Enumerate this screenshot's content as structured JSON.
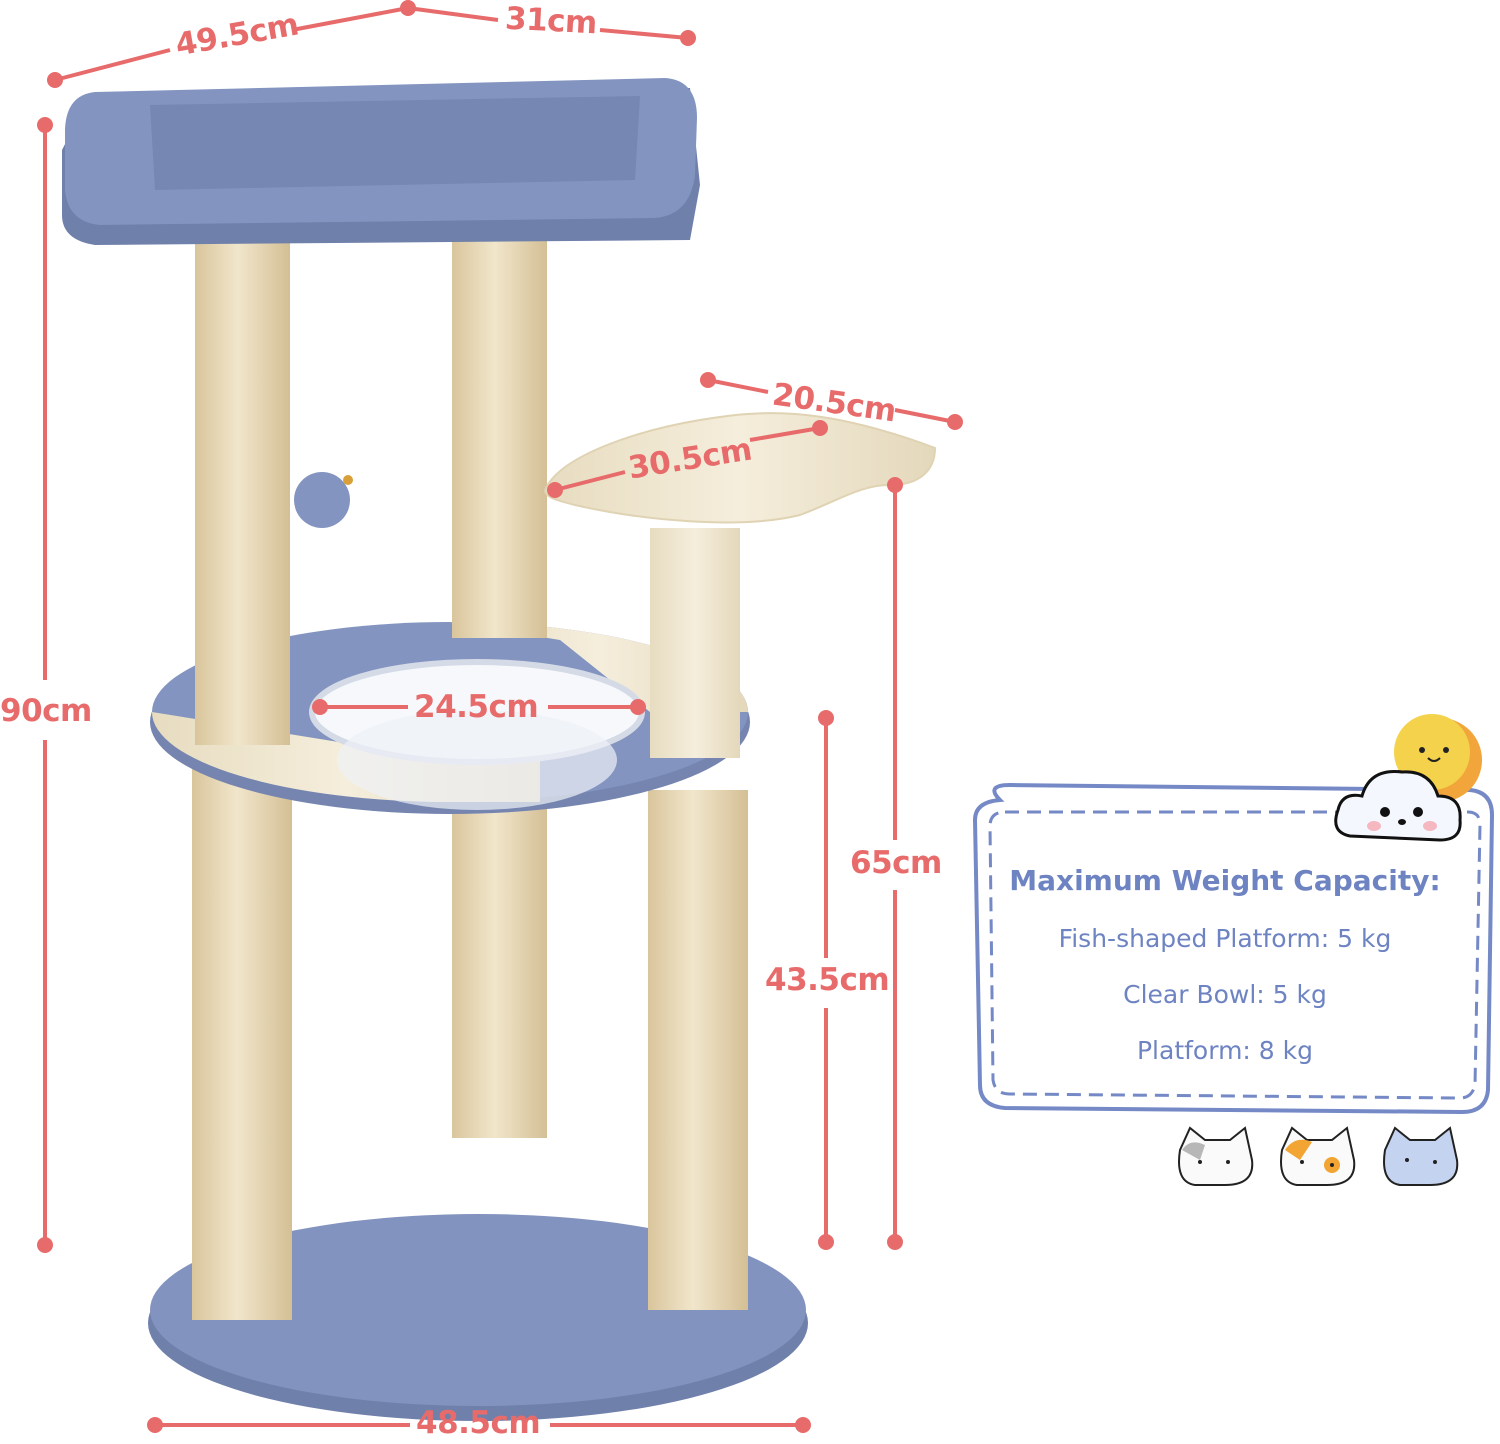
{
  "colors": {
    "dimension": "#e86b6b",
    "card_text": "#6e84c2",
    "card_border": "#7489c6",
    "plush_blue": "#7f90bd",
    "plush_cream": "#efe6cf",
    "sisal": "#e6d6b2"
  },
  "dimensions": {
    "top_width": "49.5cm",
    "top_depth": "31cm",
    "perch_width": "20.5cm",
    "perch_length": "30.5cm",
    "total_height": "90cm",
    "perch_height": "65cm",
    "bowl_diameter": "24.5cm",
    "platform_height": "43.5cm",
    "base_diameter": "48.5cm"
  },
  "capacity_card": {
    "title": "Maximum Weight Capacity:",
    "items": [
      {
        "label": "Fish-shaped Platform: 5 kg"
      },
      {
        "label": "Clear Bowl: 5 kg"
      },
      {
        "label": "Platform: 8 kg"
      }
    ]
  },
  "decorations": [
    "cloud-mascot-icon",
    "sun-mascot-icon",
    "gray-cat-icon",
    "calico-cat-icon",
    "blue-cat-icon"
  ]
}
